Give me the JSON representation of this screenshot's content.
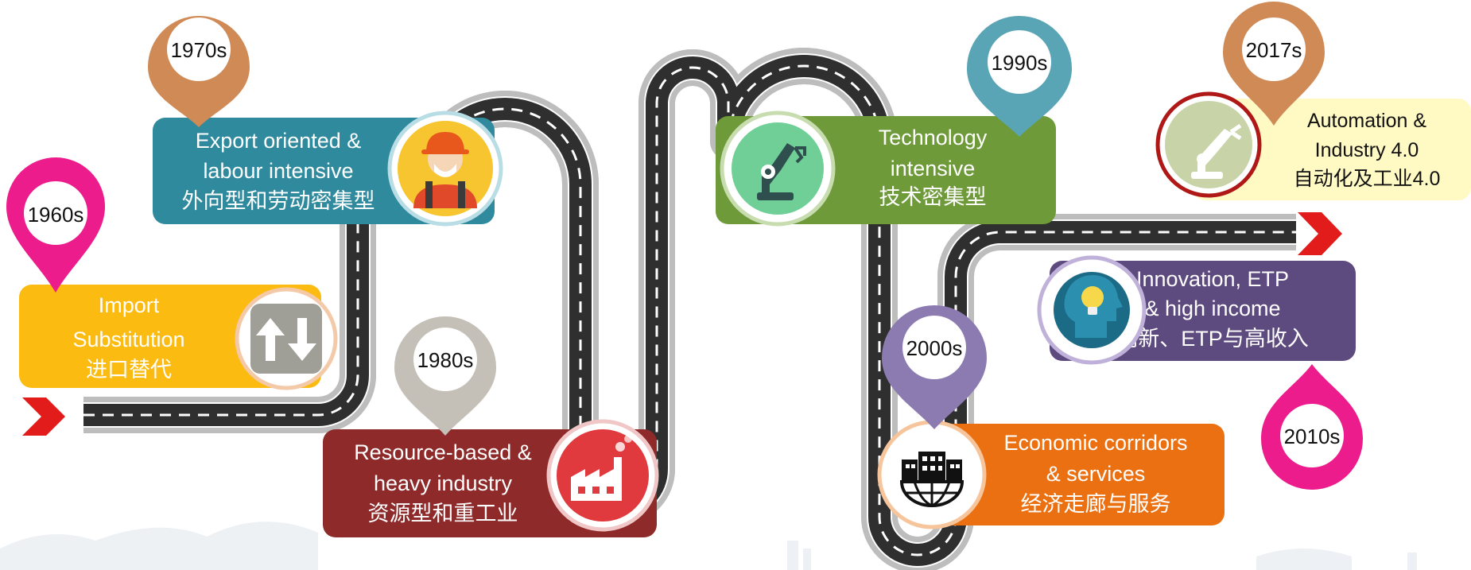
{
  "colors": {
    "pin_1960s": "#ec1c8c",
    "pin_1970s": "#d08a55",
    "pin_1980s": "#c4bfb7",
    "pin_1990s": "#5aa5b5",
    "pin_2000s": "#8c7bb0",
    "pin_2010s": "#ec1c8c",
    "pin_2017s": "#d08a55",
    "box_import": "#fbbb11",
    "box_export": "#2f8a9e",
    "box_resource": "#8e2a2a",
    "box_technology": "#6f9a3a",
    "box_economic": "#ea7012",
    "box_innovation": "#5d4a7e",
    "box_automation": "#fff9c4",
    "arrow": "#e21b1b"
  },
  "milestones": [
    {
      "pin": "1960s",
      "lines": [
        "Import",
        "Substitution",
        "进口替代"
      ],
      "icon": "import-export-arrows-icon"
    },
    {
      "pin": "1970s",
      "lines": [
        "Export oriented &",
        "labour intensive",
        "外向型和劳动密集型"
      ],
      "icon": "worker-icon"
    },
    {
      "pin": "1980s",
      "lines": [
        "Resource-based &",
        "heavy industry",
        "资源型和重工业"
      ],
      "icon": "factory-icon"
    },
    {
      "pin": "1990s",
      "lines": [
        "Technology",
        "intensive",
        "技术密集型"
      ],
      "icon": "robot-arm-icon"
    },
    {
      "pin": "2000s",
      "lines": [
        "Economic corridors",
        "& services",
        "经济走廊与服务"
      ],
      "icon": "globe-buildings-icon"
    },
    {
      "pin": "2010s",
      "lines": [
        "Innovation, ETP",
        "& high income",
        "创新、ETP与高收入"
      ],
      "icon": "lightbulb-head-icon"
    },
    {
      "pin": "2017s",
      "lines": [
        "Automation &",
        "Industry 4.0",
        "自动化及工业4.0"
      ],
      "icon": "robotic-arm-icon"
    }
  ]
}
